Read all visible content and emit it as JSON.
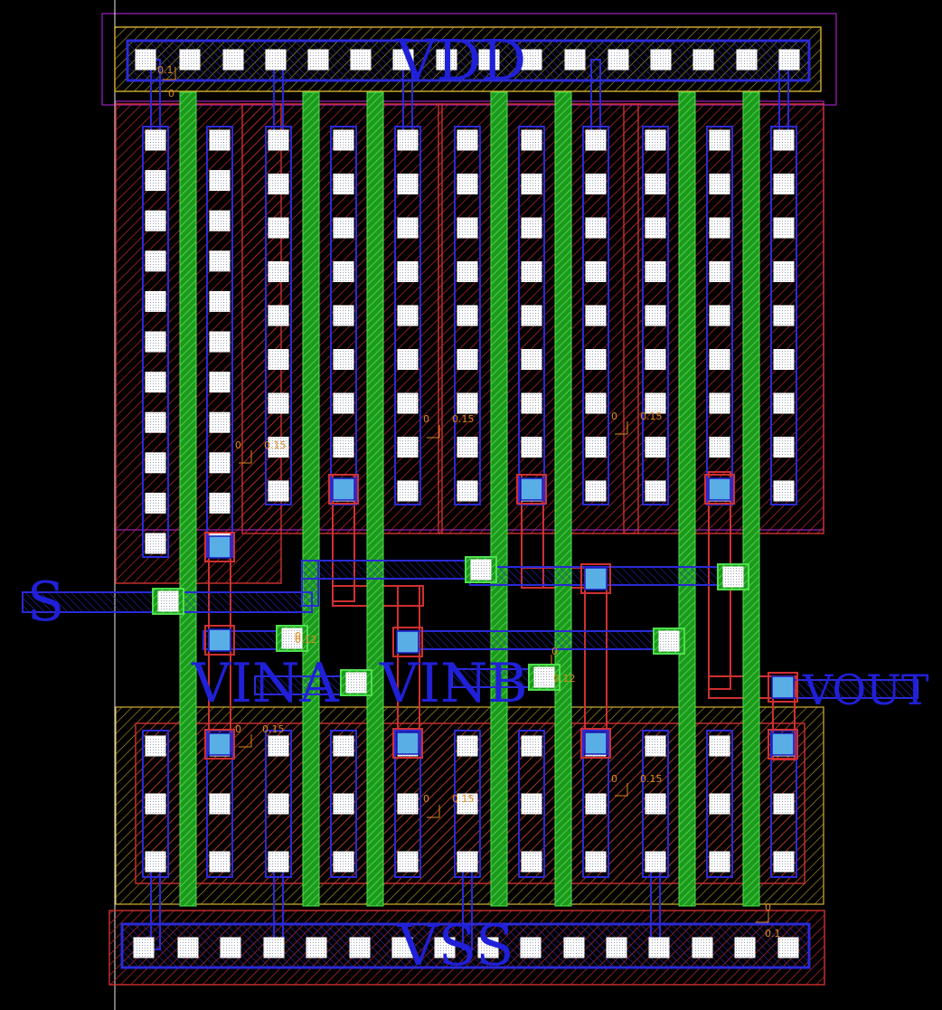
{
  "layout": {
    "net_labels": {
      "vdd": "VDD",
      "vss": "VSS",
      "s": "S",
      "vina": "VINA",
      "vinb": "VINB",
      "vout": "VOUT"
    },
    "dimension_labels": [
      "0.1",
      "0",
      "0",
      "0.15",
      "0",
      "0.15",
      "0",
      "0.15",
      "0",
      "0.12",
      "0",
      "0.12",
      "0",
      "0.15",
      "0",
      "0.15",
      "0",
      "0.15",
      "0",
      "0.1"
    ],
    "colors": {
      "background": "#000000",
      "metal1": "#2a2ad8",
      "poly": "#22c022",
      "diffusion": "#d03030",
      "contact": "#ffffff",
      "via": "#5aaee6",
      "nwell": "#a020c0",
      "outline": "#d8b030",
      "dimension": "#e08a1e"
    }
  }
}
